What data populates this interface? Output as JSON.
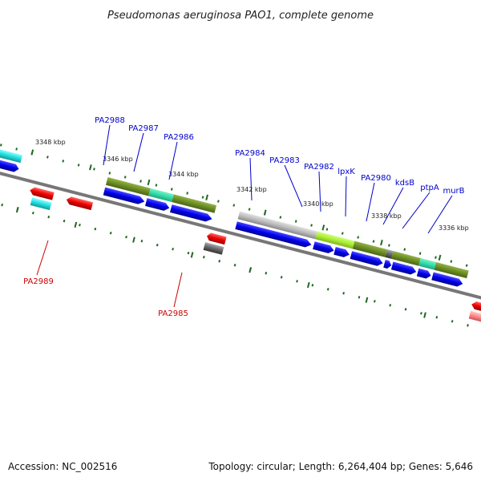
{
  "title": "Pseudomonas aeruginosa PAO1, complete genome",
  "footer": {
    "accession": "Accession: NC_002516",
    "topology": "Topology: circular; Length: 6,264,404 bp; Genes: 5,646"
  },
  "scale_labels": [
    "3348 kbp",
    "3346 kbp",
    "3344 kbp",
    "3342 kbp",
    "3340 kbp",
    "3338 kbp",
    "3336 kbp"
  ],
  "gene_labels_blue": [
    "PA2988",
    "PA2987",
    "PA2986",
    "PA2984",
    "PA2983",
    "PA2982",
    "lpxK",
    "PA2980",
    "kdsB",
    "ptpA",
    "murB"
  ],
  "gene_labels_red": [
    "PA2989",
    "PA2985"
  ],
  "colors": {
    "forward_gene": "#0000ee",
    "reverse_gene": "#ee0000",
    "cog_olive": "#6b8e23",
    "cog_teal": "#33ddaa",
    "cog_lime": "#aaee33",
    "cog_gray": "#bbbbbb",
    "cog_cyan": "#22dddd",
    "backbone": "#777777",
    "tick": "#226622"
  }
}
